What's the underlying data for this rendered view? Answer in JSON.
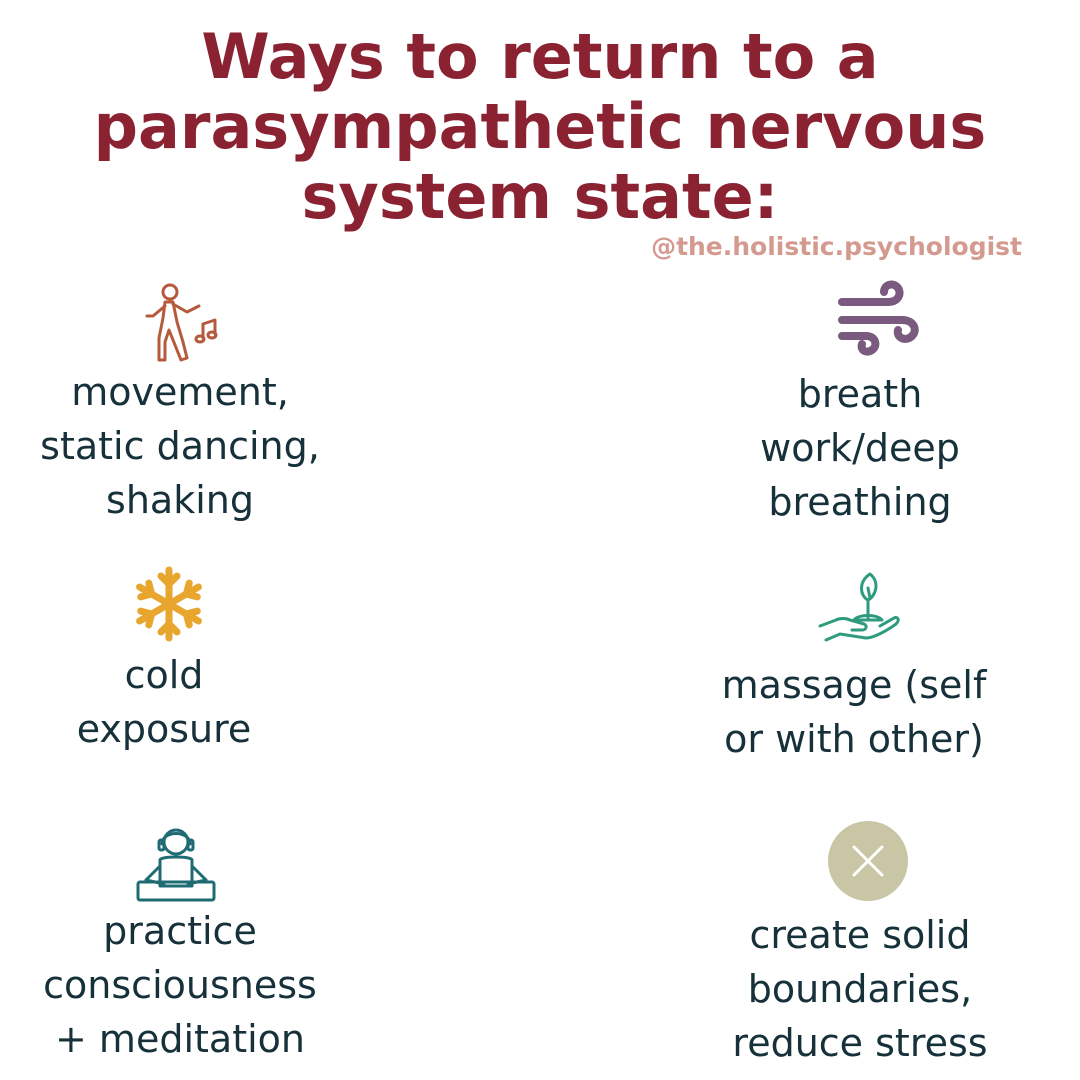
{
  "title": {
    "lines": [
      "Ways to return to a",
      "parasympathetic nervous",
      "system state:"
    ],
    "color": "#8a2232"
  },
  "handle": {
    "text": "@the.holistic.psychologist",
    "color": "#d59a8f"
  },
  "items": [
    {
      "icon": "dancing-person-icon",
      "icon_color": "#b65a3d",
      "lines": [
        "movement,",
        "static dancing,",
        "shaking"
      ]
    },
    {
      "icon": "wind-icon",
      "icon_color": "#7a5a7e",
      "lines": [
        "breath",
        "work/deep",
        "breathing"
      ]
    },
    {
      "icon": "snowflake-icon",
      "icon_color": "#e8a62e",
      "lines": [
        "cold",
        "exposure"
      ]
    },
    {
      "icon": "hand-plant-icon",
      "icon_color": "#2e9b7e",
      "lines": [
        "massage (self",
        "or with other)"
      ]
    },
    {
      "icon": "meditation-headphones-icon",
      "icon_color": "#1e6b73",
      "lines": [
        "practice",
        "consciousness",
        "+ meditation"
      ]
    },
    {
      "icon": "close-circle-icon",
      "icon_color": "#c9c6a6",
      "lines": [
        "create solid",
        "boundaries,",
        "reduce stress"
      ]
    }
  ],
  "text_color": "#16313a"
}
